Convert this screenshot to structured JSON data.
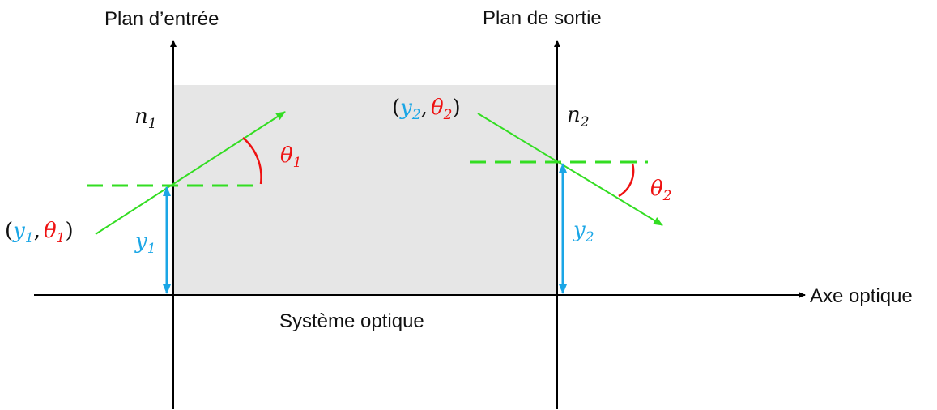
{
  "labels": {
    "entry_plane": "Plan d’entrée",
    "exit_plane": "Plan de sortie",
    "optical_axis": "Axe optique",
    "optical_system": "Système optique"
  },
  "symbols": {
    "n": "n",
    "y": "y",
    "theta": "θ",
    "sub_1": "1",
    "sub_2": "2",
    "open_paren": "(",
    "comma": ",",
    "close_paren": ")"
  },
  "colors": {
    "system_fill": "#e6e6e6",
    "axis": "#000000",
    "ray": "#33dd22",
    "dashed_normal": "#33dd22",
    "height_arrow": "#1aa6e6",
    "angle_arc": "#ee1111",
    "y_text": "#1aa6e6",
    "theta_text": "#ee1111",
    "n_text": "#111111"
  }
}
